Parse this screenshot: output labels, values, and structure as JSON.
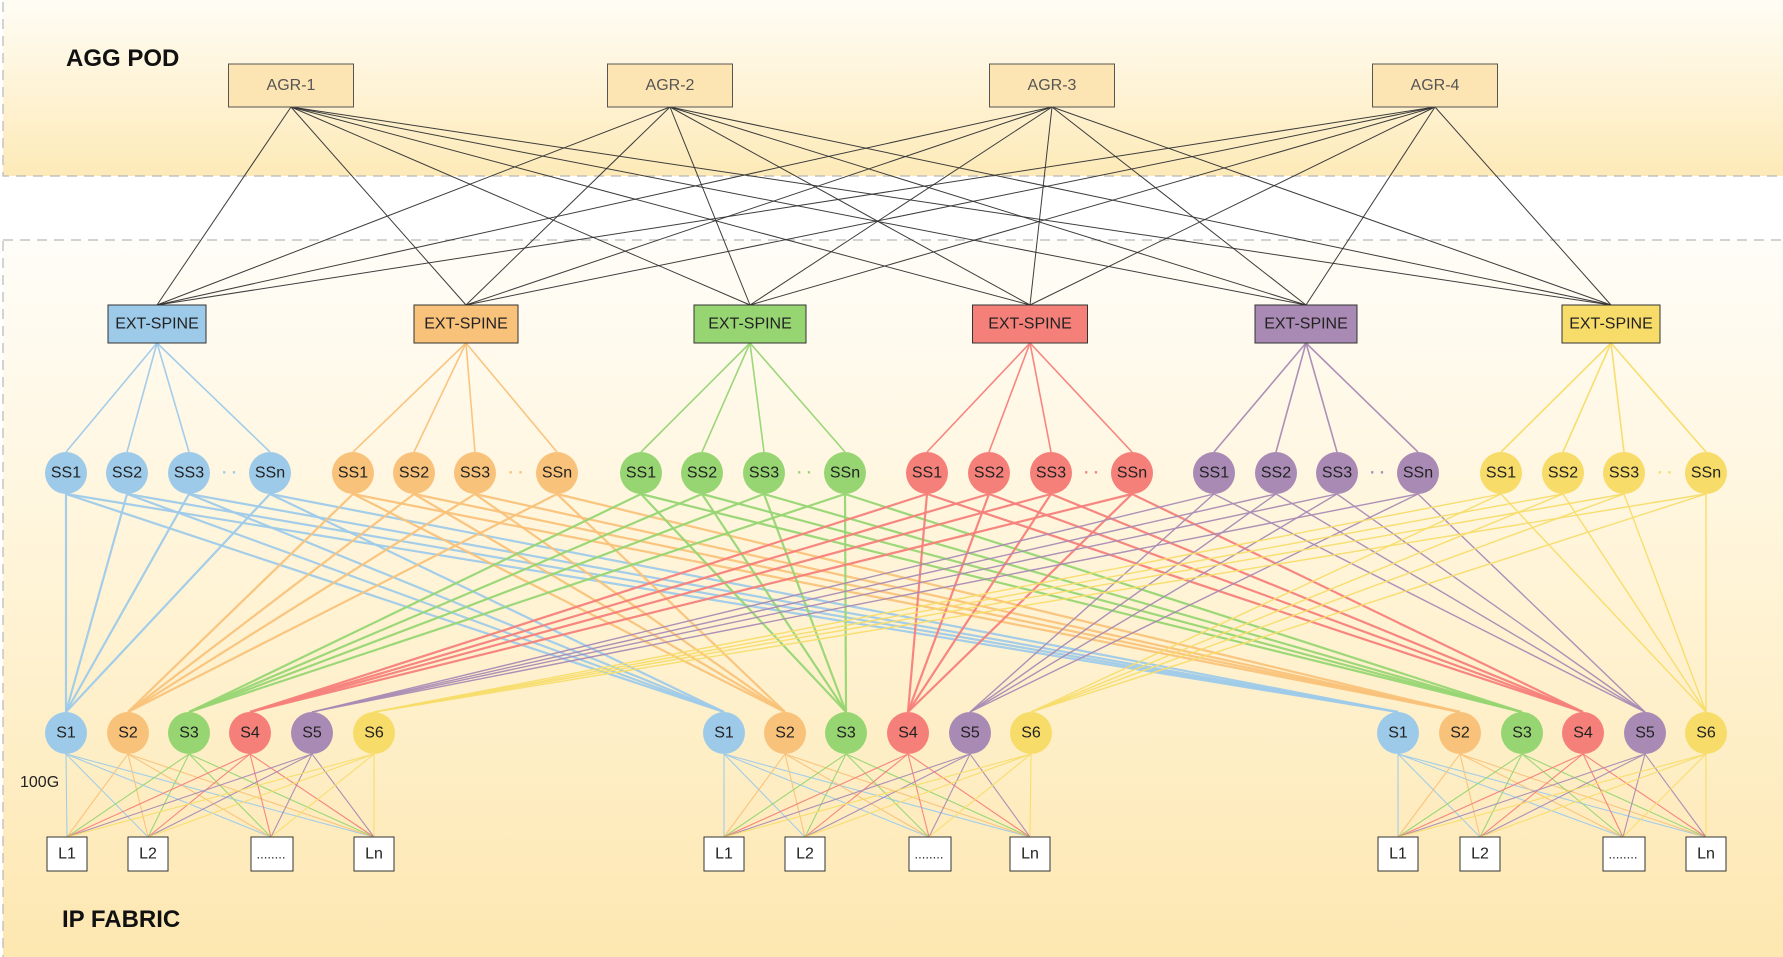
{
  "zones": {
    "agg_pod_label": "AGG POD",
    "ip_fabric_label": "IP FABRIC"
  },
  "aggregation": {
    "nodes": [
      "AGR-1",
      "AGR-2",
      "AGR-3",
      "AGR-4"
    ]
  },
  "ext_spines": [
    {
      "label": "EXT-SPINE",
      "color": "#9ecae9"
    },
    {
      "label": "EXT-SPINE",
      "color": "#f9c27a"
    },
    {
      "label": "EXT-SPINE",
      "color": "#97d573"
    },
    {
      "label": "EXT-SPINE",
      "color": "#f5807a"
    },
    {
      "label": "EXT-SPINE",
      "color": "#a98ab4"
    },
    {
      "label": "EXT-SPINE",
      "color": "#f7dc69"
    }
  ],
  "super_spine_labels": [
    "SS1",
    "SS2",
    "SS3",
    "SSn"
  ],
  "super_spine_ellipsis": "· ·",
  "spine_labels": [
    "S1",
    "S2",
    "S3",
    "S4",
    "S5",
    "S6"
  ],
  "leaf_labels": [
    "L1",
    "L2",
    "........",
    "Ln"
  ],
  "link_speed_label": "100G",
  "colors": {
    "blue": "#9ecae9",
    "orange": "#f9c27a",
    "green": "#97d573",
    "red": "#f5807a",
    "purple": "#a98ab4",
    "yellow": "#f7dc69",
    "zone_fill": "#fff1cc",
    "zone_border": "#b9b9b9",
    "agr_fill": "#fce5b2"
  }
}
